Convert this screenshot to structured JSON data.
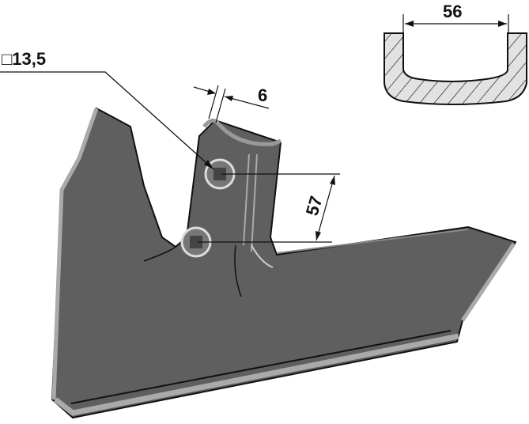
{
  "dimensions": {
    "hole_square": "□13,5",
    "thickness": "6",
    "hole_spacing": "57",
    "channel_width": "56"
  },
  "colors": {
    "steel": "#5f5f5f",
    "edge": "#a8a8a8",
    "section_fill": "#e2e2e2",
    "line": "#111111"
  }
}
